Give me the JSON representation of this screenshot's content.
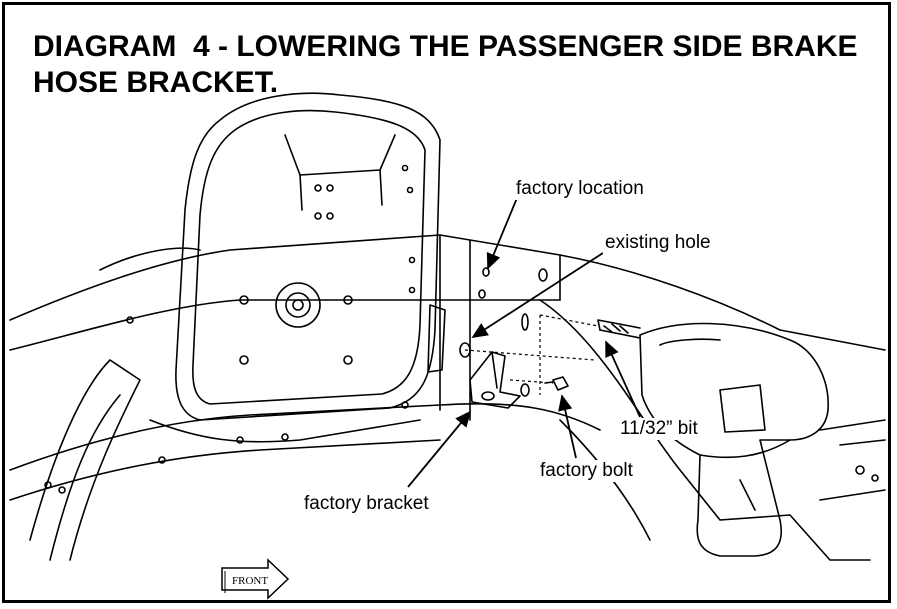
{
  "title_line1": "DIAGRAM  4 - LOWERING THE PASSENGER SIDE BRAKE",
  "title_line2": "HOSE BRACKET.",
  "labels": {
    "factory_location": "factory location",
    "existing_hole": "existing hole",
    "bit": "11/32” bit",
    "factory_bolt": "factory bolt",
    "factory_bracket": "factory bracket",
    "front": "FRONT"
  },
  "colors": {
    "line": "#000000",
    "background": "#ffffff"
  }
}
